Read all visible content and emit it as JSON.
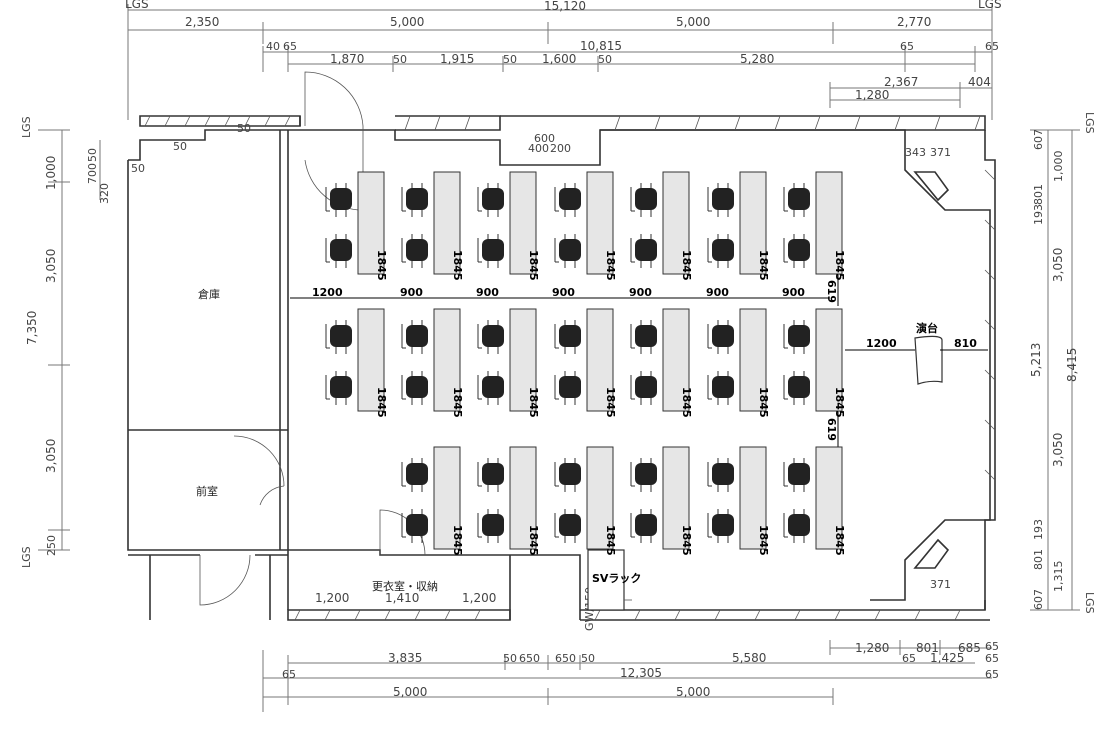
{
  "labels": {
    "lgs": "LGS",
    "storage": "倉庫",
    "anteroom": "前室",
    "changing": "更衣室・収納",
    "podium": "演台",
    "sv_rack": "SVラック",
    "gw": "GW/150"
  },
  "dims_top_row1": [
    {
      "label": "15,120"
    }
  ],
  "dims_top_row2": [
    {
      "label": "2,350"
    },
    {
      "label": "5,000"
    },
    {
      "label": "5,000"
    },
    {
      "label": "2,770"
    }
  ],
  "dims_top_row3": [
    {
      "label": "40"
    },
    {
      "label": "65"
    },
    {
      "label": "10,815"
    },
    {
      "label": "65"
    },
    {
      "label": "65"
    }
  ],
  "dims_top_row4": [
    {
      "label": "1,870"
    },
    {
      "label": "50"
    },
    {
      "label": "1,915"
    },
    {
      "label": "50"
    },
    {
      "label": "1,600"
    },
    {
      "label": "50"
    },
    {
      "label": "5,280"
    }
  ],
  "dims_top_right": [
    {
      "label": "2,367"
    },
    {
      "label": "404"
    },
    {
      "label": "1,280"
    }
  ],
  "dims_left": [
    {
      "label": "1,000"
    },
    {
      "label": "3,050"
    },
    {
      "label": "7,350"
    },
    {
      "label": "3,050"
    },
    {
      "label": "250"
    }
  ],
  "dims_left_small": [
    {
      "label": "700"
    },
    {
      "label": "50"
    },
    {
      "label": "320"
    }
  ],
  "dims_right": [
    {
      "label": "607"
    },
    {
      "label": "1,000"
    },
    {
      "label": "193"
    },
    {
      "label": "801"
    },
    {
      "label": "3,050"
    },
    {
      "label": "5,213"
    },
    {
      "label": "8,415"
    },
    {
      "label": "3,050"
    },
    {
      "label": "193"
    },
    {
      "label": "801"
    },
    {
      "label": "1,315"
    },
    {
      "label": "607"
    }
  ],
  "dims_bottom_row1": [
    {
      "label": "1,280"
    },
    {
      "label": "801"
    },
    {
      "label": "685"
    },
    {
      "label": "65"
    },
    {
      "label": "65"
    },
    {
      "label": "1,425"
    },
    {
      "label": "65"
    }
  ],
  "dims_bottom_row2": [
    {
      "label": "3,835"
    },
    {
      "label": "50"
    },
    {
      "label": "650"
    },
    {
      "label": "650"
    },
    {
      "label": "50"
    },
    {
      "label": "5,580"
    }
  ],
  "dims_bottom_row3": [
    {
      "label": "65"
    },
    {
      "label": "12,305"
    },
    {
      "label": "65"
    }
  ],
  "dims_bottom_row4": [
    {
      "label": "5,000"
    },
    {
      "label": "5,000"
    }
  ],
  "dims_changing": [
    {
      "label": "1,200"
    },
    {
      "label": "1,410"
    },
    {
      "label": "1,200"
    }
  ],
  "dims_misc": {
    "top_600": "600",
    "top_400": "400",
    "top_200": "200",
    "top_50a": "50",
    "top_50b": "50",
    "top_50c": "50",
    "corner_343": "343",
    "corner_371a": "371",
    "corner_371b": "371"
  },
  "aisle_labels": {
    "a1200": "1200",
    "a900": "900",
    "podium_1200": "1200",
    "podium_810": "810",
    "v619a": "619",
    "v619b": "619"
  },
  "desk_label": "1845"
}
